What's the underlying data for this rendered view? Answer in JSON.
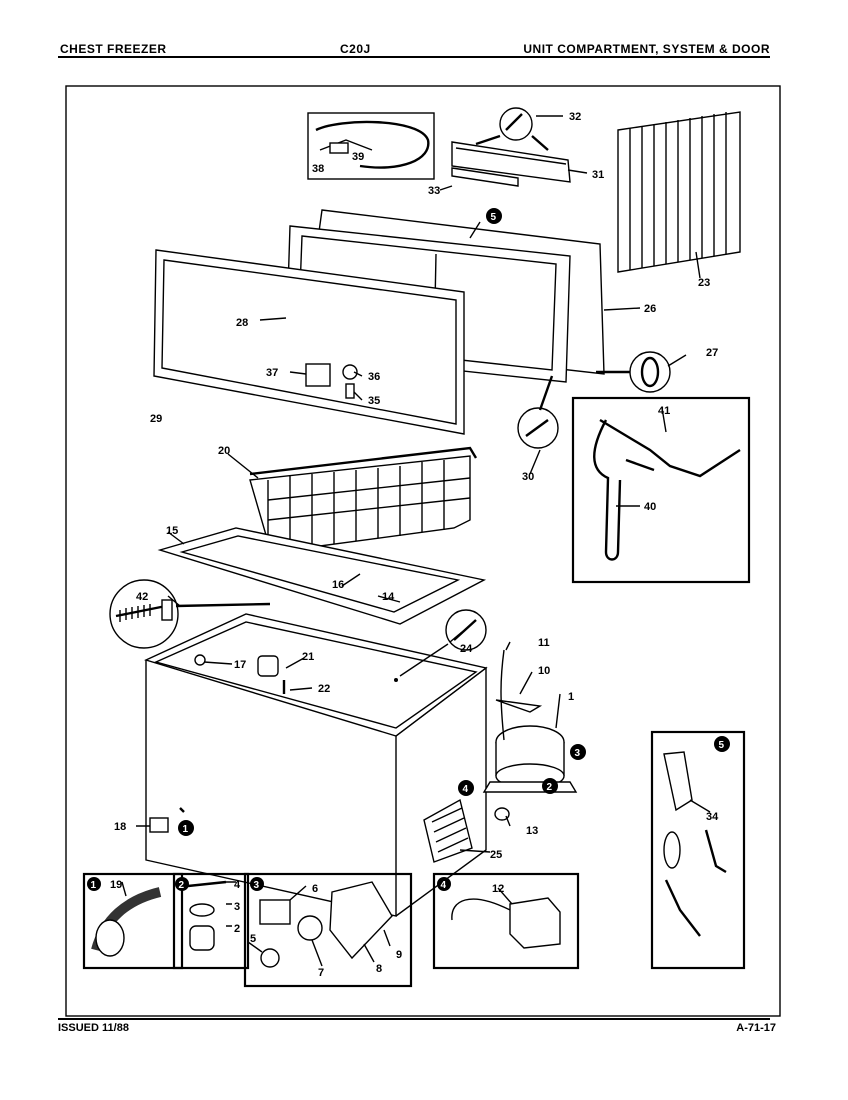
{
  "header": {
    "left": "CHEST FREEZER",
    "center": "C20J",
    "right": "UNIT COMPARTMENT, SYSTEM & DOOR"
  },
  "footer": {
    "left": "ISSUED 11/88",
    "right": "A-71-17"
  },
  "callouts": {
    "c1": "1",
    "c2": "2",
    "c3": "3",
    "c4": "4",
    "c5": "5",
    "c6": "6",
    "c7": "7",
    "c8": "8",
    "c9": "9",
    "c10": "10",
    "c11": "11",
    "c12": "12",
    "c13": "13",
    "c14": "14",
    "c15": "15",
    "c16": "16",
    "c17": "17",
    "c18": "18",
    "c19": "19",
    "c20": "20",
    "c21": "21",
    "c22": "22",
    "c23": "23",
    "c24": "24",
    "c25": "25",
    "c26": "26",
    "c27": "27",
    "c28": "28",
    "c29": "29",
    "c30": "30",
    "c31": "31",
    "c32": "32",
    "c33": "33",
    "c34": "34",
    "c35": "35",
    "c36": "36",
    "c37": "37",
    "c38": "38",
    "c39": "39",
    "c40": "40",
    "c41": "41",
    "c42": "42"
  },
  "detail_markers": {
    "d1": "1",
    "d2": "2",
    "d3": "3",
    "d4": "4",
    "d5": "5"
  }
}
